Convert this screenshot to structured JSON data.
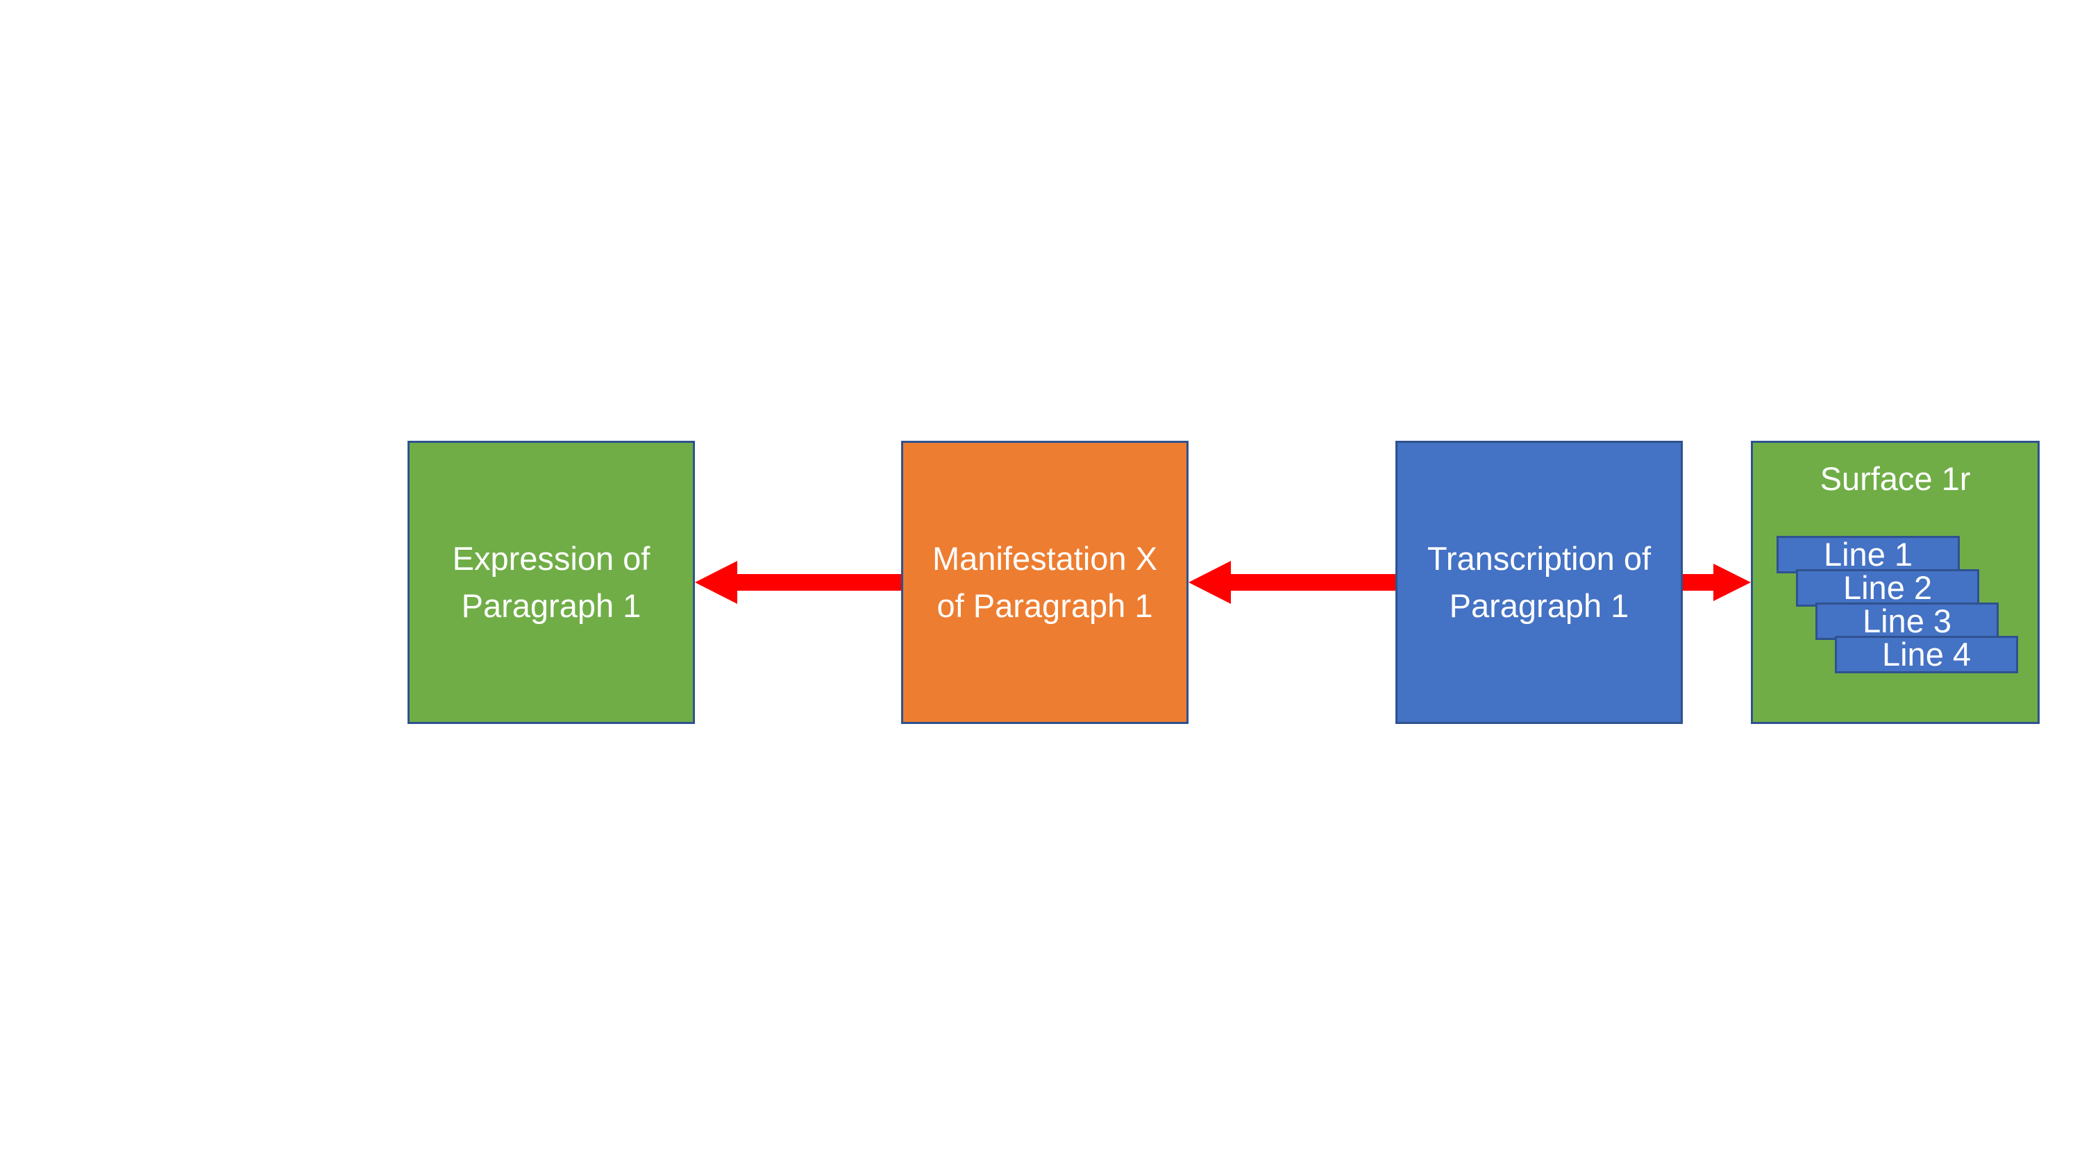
{
  "colors": {
    "green": "#70AD47",
    "orange": "#ED7D31",
    "blue": "#4472C4",
    "border": "#2F528F",
    "arrow": "#FF0000",
    "text": "#FFFFFF"
  },
  "boxes": {
    "expression": {
      "label": "Expression of\nParagraph 1",
      "color": "green"
    },
    "manifestation": {
      "label": "Manifestation X\nof Paragraph 1",
      "color": "orange"
    },
    "transcription": {
      "label": "Transcription of\nParagraph 1",
      "color": "blue"
    },
    "surface": {
      "title": "Surface 1r",
      "color": "green",
      "lines": [
        "Line 1",
        "Line 2",
        "Line 3",
        "Line 4"
      ],
      "line_color": "blue"
    }
  },
  "arrows": [
    {
      "from": "manifestation",
      "to": "expression"
    },
    {
      "from": "transcription",
      "to": "manifestation"
    },
    {
      "from": "transcription",
      "to": "surface"
    }
  ]
}
